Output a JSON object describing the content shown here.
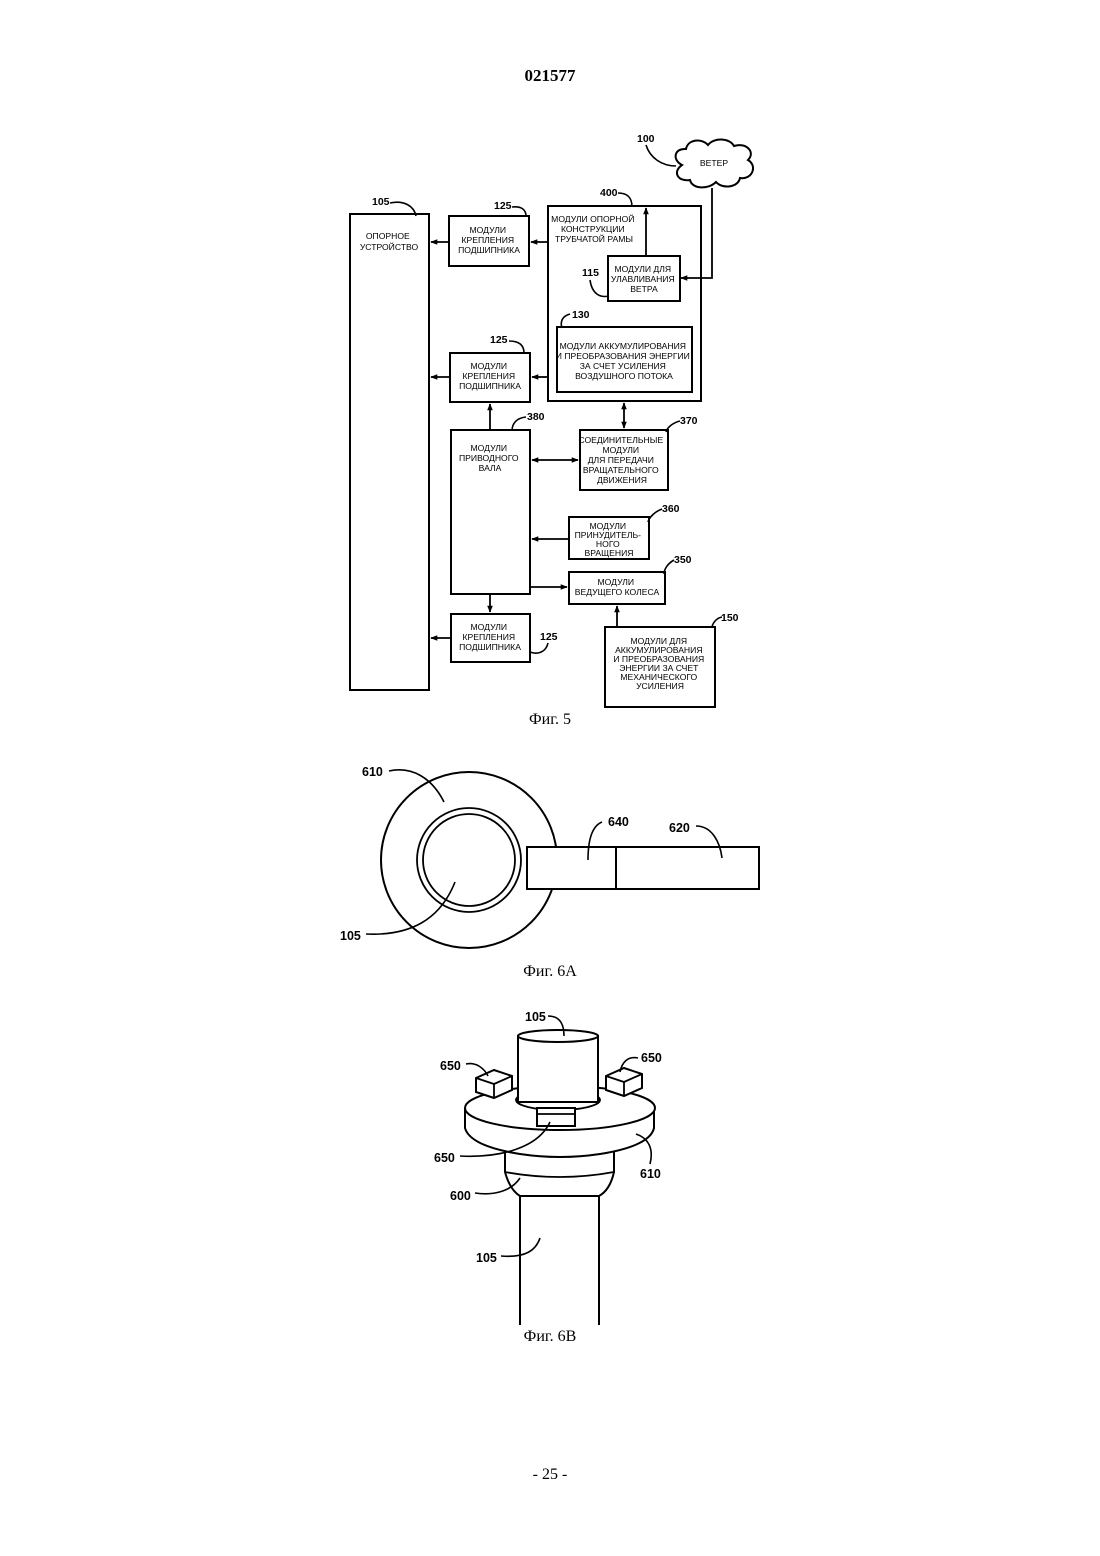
{
  "header": {
    "doc_number": "021577"
  },
  "fig5": {
    "caption": "Фиг. 5",
    "wind": {
      "label": "ВЕТЕР",
      "ref": "100"
    },
    "support": {
      "lines": [
        "ОПОРНОЕ",
        "УСТРОЙСТВО"
      ],
      "ref": "105"
    },
    "bearing_top": {
      "lines": [
        "МОДУЛИ",
        "КРЕПЛЕНИЯ",
        "ПОДШИПНИКА"
      ],
      "ref": "125"
    },
    "bearing_mid": {
      "lines": [
        "МОДУЛИ",
        "КРЕПЛЕНИЯ",
        "ПОДШИПНИКА"
      ],
      "ref": "125"
    },
    "bearing_bot": {
      "lines": [
        "МОДУЛИ",
        "КРЕПЛЕНИЯ",
        "ПОДШИПНИКА"
      ],
      "ref": "125"
    },
    "frame": {
      "lines": [
        "МОДУЛИ ОПОРНОЙ",
        "КОНСТРУКЦИИ",
        "ТРУБЧАТОЙ РАМЫ"
      ],
      "ref": "400"
    },
    "wind_capture": {
      "lines": [
        "МОДУЛИ ДЛЯ",
        "УЛАВЛИВАНИЯ",
        "ВЕТРА"
      ],
      "ref": "115"
    },
    "airflow": {
      "lines": [
        "МОДУЛИ АККУМУЛИРОВАНИЯ",
        "И ПРЕОБРАЗОВАНИЯ ЭНЕРГИИ",
        "ЗА СЧЕТ УСИЛЕНИЯ",
        "ВОЗДУШНОГО ПОТОКА"
      ],
      "ref": "130"
    },
    "drive_shaft": {
      "lines": [
        "МОДУЛИ",
        "ПРИВОДНОГО",
        "ВАЛА"
      ],
      "ref": "380"
    },
    "connecting": {
      "lines": [
        "СОЕДИНИТЕЛЬНЫЕ",
        "МОДУЛИ",
        "ДЛЯ ПЕРЕДАЧИ",
        "ВРАЩАТЕЛЬНОГО",
        "ДВИЖЕНИЯ"
      ],
      "ref": "370"
    },
    "forced": {
      "lines": [
        "МОДУЛИ",
        "ПРИНУДИТЕЛЬ-",
        "НОГО",
        "ВРАЩЕНИЯ"
      ],
      "ref": "360"
    },
    "drive_wheel": {
      "lines": [
        "МОДУЛИ",
        "ВЕДУЩЕГО КОЛЕСА"
      ],
      "ref": "350"
    },
    "mechanical": {
      "lines": [
        "МОДУЛИ ДЛЯ",
        "АККУМУЛИРОВАНИЯ",
        "И ПРЕОБРАЗОВАНИЯ",
        "ЭНЕРГИИ ЗА СЧЕТ",
        "МЕХАНИЧЕСКОГО",
        "УСИЛЕНИЯ"
      ],
      "ref": "150"
    }
  },
  "fig6a": {
    "caption": "Фиг. 6А",
    "refs": {
      "ring": "610",
      "block": "640",
      "box": "620",
      "post": "105"
    }
  },
  "fig6b": {
    "caption": "Фиг. 6В",
    "refs": {
      "top_post": "105",
      "left_block": "650",
      "right_block": "650",
      "front_block": "650",
      "collar": "610",
      "neck": "600",
      "shaft": "105"
    }
  },
  "footer": {
    "page": "- 25 -"
  }
}
